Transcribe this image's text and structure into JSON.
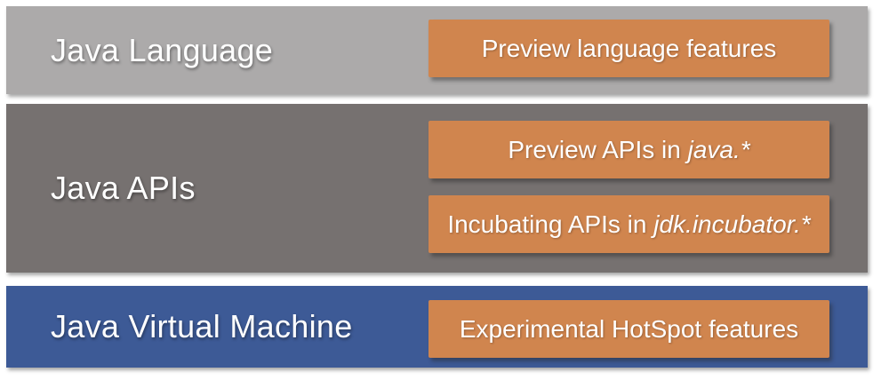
{
  "colors": {
    "layer_language_bg": "#ACAAAA",
    "layer_apis_bg": "#767170",
    "layer_jvm_bg": "#3D5A96",
    "feature_box_bg": "#D0854E",
    "text": "#FFFFFF"
  },
  "layers": [
    {
      "label": "Java Language",
      "features": [
        {
          "text": "Preview language features",
          "italic": ""
        }
      ]
    },
    {
      "label": "Java APIs",
      "features": [
        {
          "text": "Preview APIs in ",
          "italic": "java.*"
        },
        {
          "text": "Incubating APIs in ",
          "italic": "jdk.incubator.*"
        }
      ]
    },
    {
      "label": "Java Virtual Machine",
      "features": [
        {
          "text": "Experimental HotSpot features",
          "italic": ""
        }
      ]
    }
  ]
}
